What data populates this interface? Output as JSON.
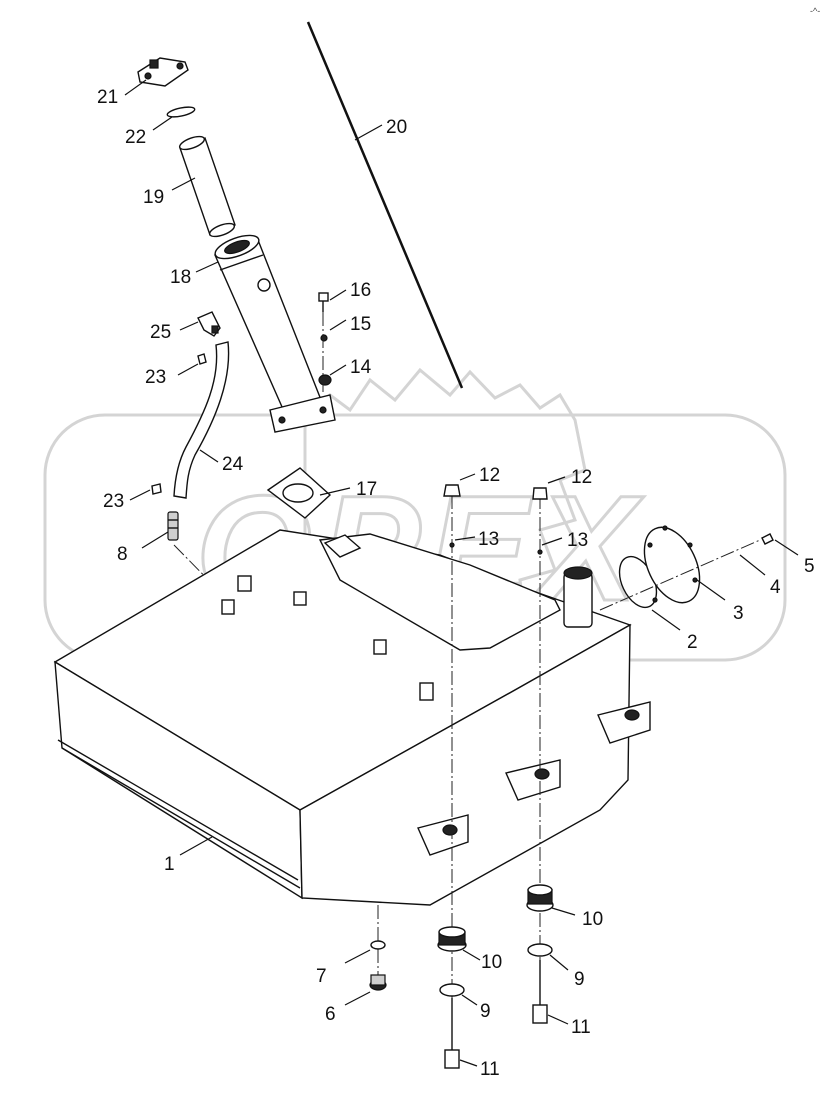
{
  "watermark": {
    "text": "OPEX"
  },
  "corner_mark": "-^-",
  "callouts": [
    {
      "id": "c21",
      "label": "21"
    },
    {
      "id": "c22",
      "label": "22"
    },
    {
      "id": "c19",
      "label": "19"
    },
    {
      "id": "c20",
      "label": "20"
    },
    {
      "id": "c18",
      "label": "18"
    },
    {
      "id": "c16",
      "label": "16"
    },
    {
      "id": "c25",
      "label": "25"
    },
    {
      "id": "c15",
      "label": "15"
    },
    {
      "id": "c14",
      "label": "14"
    },
    {
      "id": "c23a",
      "label": "23"
    },
    {
      "id": "c24",
      "label": "24"
    },
    {
      "id": "c12a",
      "label": "12"
    },
    {
      "id": "c12b",
      "label": "12"
    },
    {
      "id": "c17",
      "label": "17"
    },
    {
      "id": "c23b",
      "label": "23"
    },
    {
      "id": "c13a",
      "label": "13"
    },
    {
      "id": "c13b",
      "label": "13"
    },
    {
      "id": "c5",
      "label": "5"
    },
    {
      "id": "c8",
      "label": "8"
    },
    {
      "id": "c4",
      "label": "4"
    },
    {
      "id": "c3",
      "label": "3"
    },
    {
      "id": "c2",
      "label": "2"
    },
    {
      "id": "c1",
      "label": "1"
    },
    {
      "id": "c10a",
      "label": "10"
    },
    {
      "id": "c10b",
      "label": "10"
    },
    {
      "id": "c7",
      "label": "7"
    },
    {
      "id": "c9a",
      "label": "9"
    },
    {
      "id": "c9b",
      "label": "9"
    },
    {
      "id": "c6",
      "label": "6"
    },
    {
      "id": "c11a",
      "label": "11"
    },
    {
      "id": "c11b",
      "label": "11"
    }
  ]
}
